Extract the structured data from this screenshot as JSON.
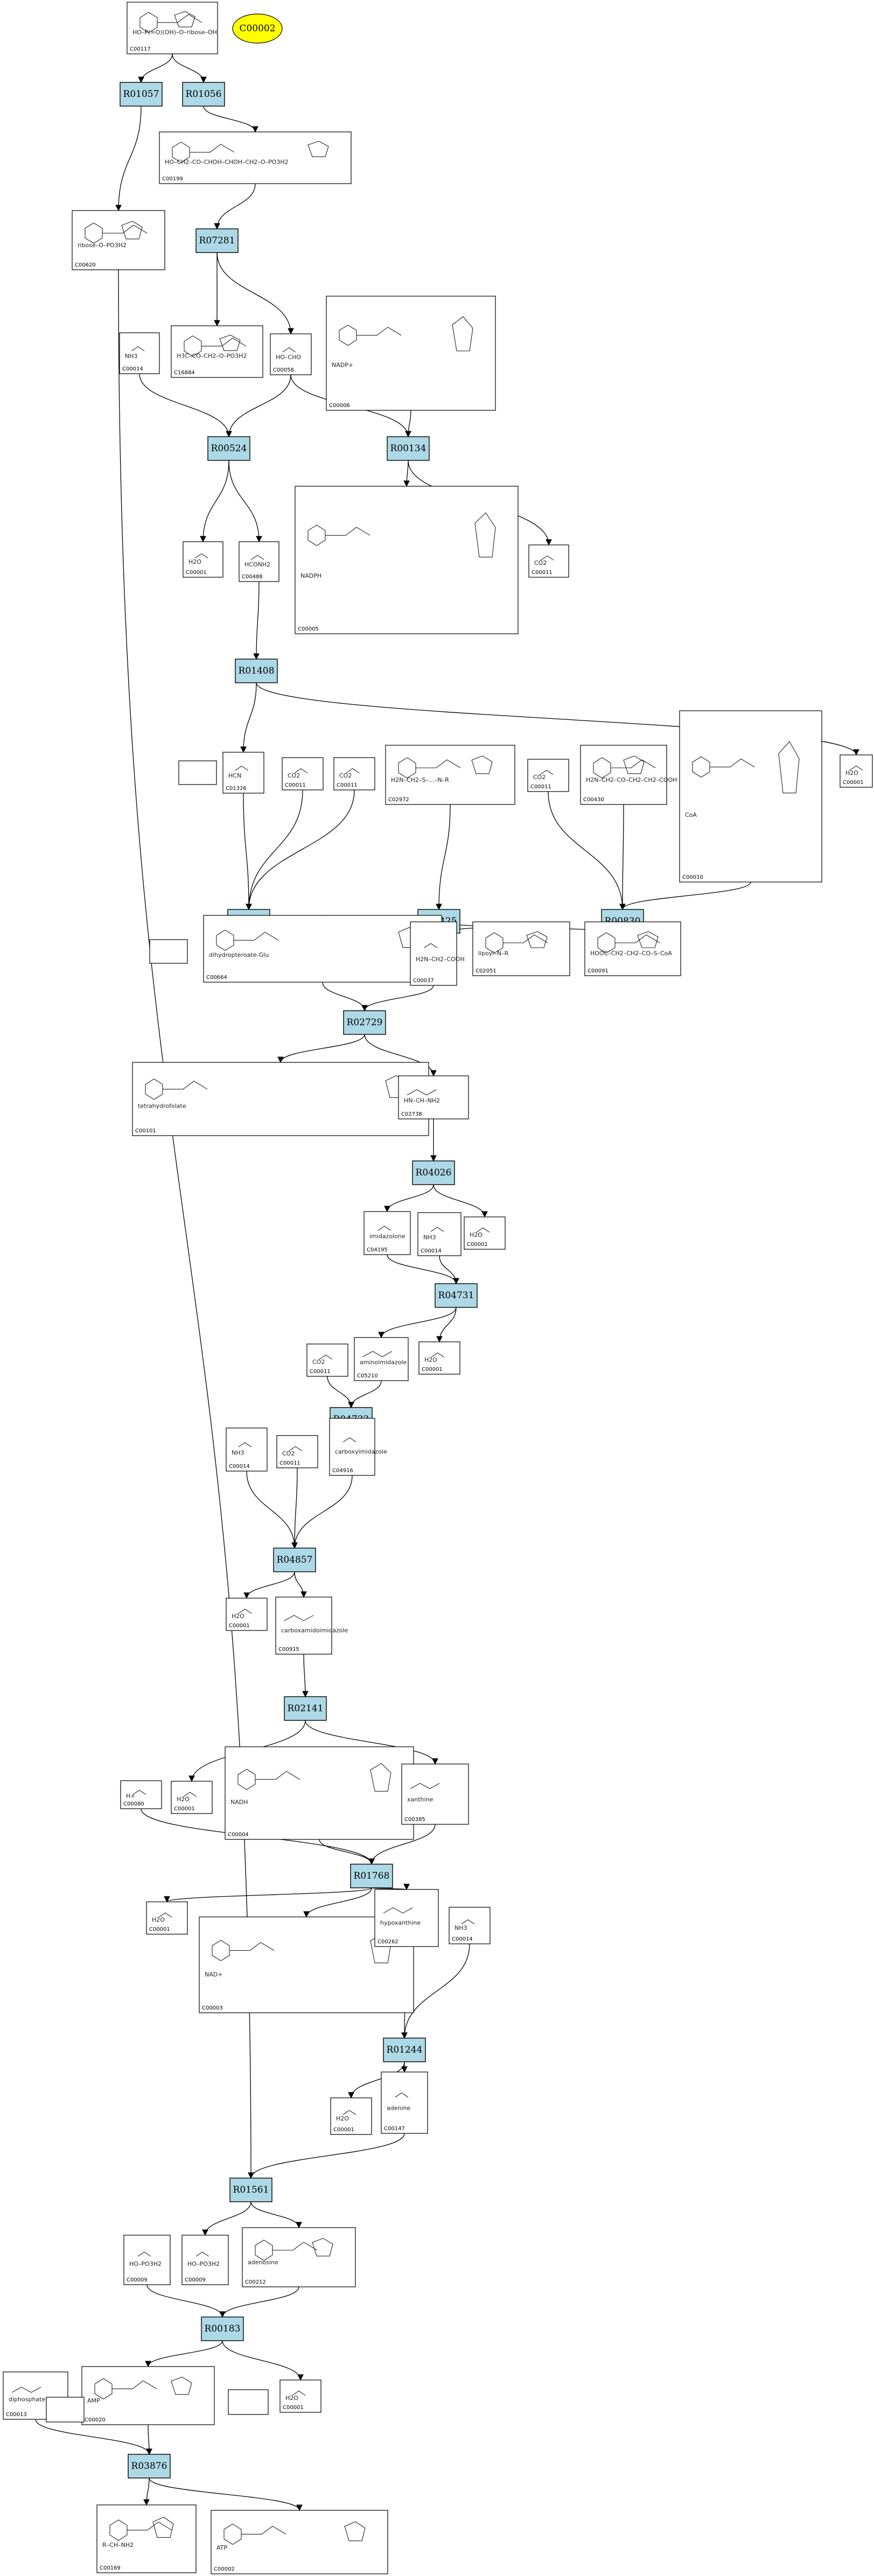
{
  "highlight": {
    "id": "C00002",
    "color": "#ffff00"
  },
  "colors": {
    "reaction_fill": "#add8e6",
    "node_border": "#000000"
  },
  "reactions": [
    "R01057",
    "R01056",
    "R07281",
    "R00524",
    "R00134",
    "R01408",
    "R05704",
    "R03425",
    "R00830",
    "R02729",
    "R04026",
    "R04731",
    "R04732",
    "R04857",
    "R02141",
    "R01768",
    "R01244",
    "R01561",
    "R00183",
    "R03876"
  ],
  "compounds": [
    {
      "id": "C00117",
      "mol": "HO–P(=O)(OH)–O–ribose–OH"
    },
    {
      "id": "C00199",
      "mol": "HO–CH2–CO–CHOH–CHOH–CH2–O–PO3H2"
    },
    {
      "id": "C00620",
      "mol": "ribose–O–PO3H2"
    },
    {
      "id": "C16884",
      "mol": "H3C–CO–CH2–O–PO3H2"
    },
    {
      "id": "C00058",
      "mol": "HO–CHO"
    },
    {
      "id": "C00006",
      "mol": "NADP+"
    },
    {
      "id": "C00014",
      "mol": "NH3"
    },
    {
      "id": "C00001",
      "mol": "H2O"
    },
    {
      "id": "C00488",
      "mol": "HCONH2"
    },
    {
      "id": "C00005",
      "mol": "NADPH"
    },
    {
      "id": "C00011",
      "mol": "CO2"
    },
    {
      "id": "C01326",
      "mol": "HCN"
    },
    {
      "id": "C00011",
      "mol": "CO2"
    },
    {
      "id": "C00011",
      "mol": "CO2"
    },
    {
      "id": "C02972",
      "mol": "H2N–CH2–S–…–N–R"
    },
    {
      "id": "C00011",
      "mol": "CO2"
    },
    {
      "id": "C00430",
      "mol": "H2N–CH2–CO–CH2–CH2–COOH"
    },
    {
      "id": "C00010",
      "mol": "CoA"
    },
    {
      "id": "C00001",
      "mol": "H2O"
    },
    {
      "id": "C00664",
      "mol": "dihydropteroate-Glu"
    },
    {
      "id": "C00037",
      "mol": "H2N–CH2–COOH"
    },
    {
      "id": "C02051",
      "mol": "lipoyl–N–R"
    },
    {
      "id": "C00091",
      "mol": "HOOC–CH2–CH2–CO–S–CoA"
    },
    {
      "id": "C00101",
      "mol": "tetrahydrofolate"
    },
    {
      "id": "C02738",
      "mol": "HN–CH–NH2"
    },
    {
      "id": "C04195",
      "mol": "imidazolone"
    },
    {
      "id": "C00014",
      "mol": "NH3"
    },
    {
      "id": "C00001",
      "mol": "H2O"
    },
    {
      "id": "C00011",
      "mol": "CO2"
    },
    {
      "id": "C05210",
      "mol": "aminoimidazole"
    },
    {
      "id": "C00001",
      "mol": "H2O"
    },
    {
      "id": "C00014",
      "mol": "NH3"
    },
    {
      "id": "C00011",
      "mol": "CO2"
    },
    {
      "id": "C04916",
      "mol": "carboxyimidazole"
    },
    {
      "id": "C00001",
      "mol": "H2O"
    },
    {
      "id": "C00915",
      "mol": "carboxamidoimidazole"
    },
    {
      "id": "C00080",
      "mol": "H+"
    },
    {
      "id": "C00001",
      "mol": "H2O"
    },
    {
      "id": "C00004",
      "mol": "NADH"
    },
    {
      "id": "C00385",
      "mol": "xanthine"
    },
    {
      "id": "C00001",
      "mol": "H2O"
    },
    {
      "id": "C00003",
      "mol": "NAD+"
    },
    {
      "id": "C00262",
      "mol": "hypoxanthine"
    },
    {
      "id": "C00014",
      "mol": "NH3"
    },
    {
      "id": "C00001",
      "mol": "H2O"
    },
    {
      "id": "C00147",
      "mol": "adenine"
    },
    {
      "id": "C00009",
      "mol": "HO–PO3H2"
    },
    {
      "id": "C00009",
      "mol": "HO–PO3H2"
    },
    {
      "id": "C00212",
      "mol": "adenosine"
    },
    {
      "id": "C00013",
      "mol": "diphosphate"
    },
    {
      "id": "C00020",
      "mol": "AMP"
    },
    {
      "id": "C00001",
      "mol": "H2O"
    },
    {
      "id": "C00169",
      "mol": "R–CH–NH2"
    },
    {
      "id": "C00002",
      "mol": "ATP"
    }
  ]
}
